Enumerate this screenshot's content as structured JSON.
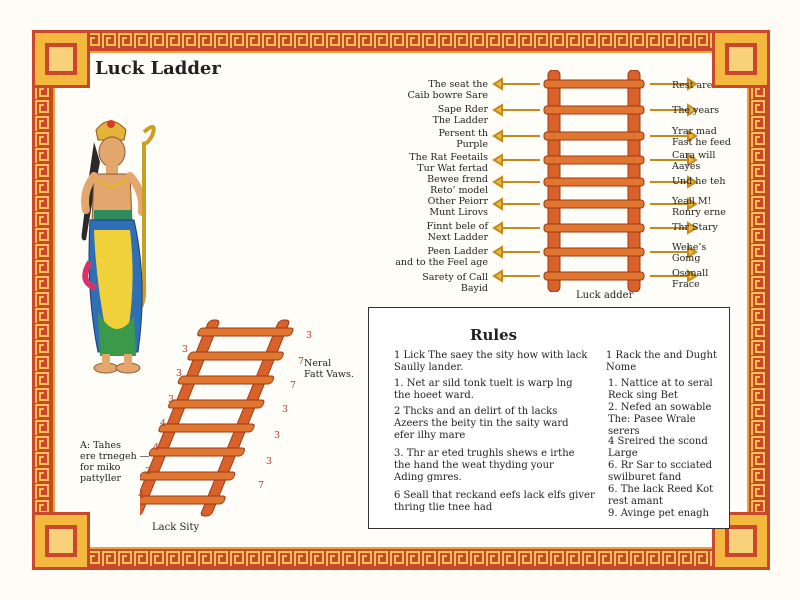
{
  "title": "Luck Ladder",
  "colors": {
    "frame": "#c9472b",
    "gold": "#f3b93e",
    "ladder": "#d9622b",
    "ladder_dark": "#9a3a18",
    "arrow": "#e0a42f"
  },
  "icons": {
    "goddess": "goddess-figure-icon",
    "ladder": "ladder-icon"
  },
  "top_ladder": {
    "caption": "Luck adder",
    "left_labels": [
      "The seat the\nCaib bowre Sare",
      "Sape Rder\nThe Ladder",
      "Persent th\nPurple",
      "The Rat Feetails\nTur Wat fertad",
      "Bewee frend\nReto’ model",
      "Other Peiorr\nMunt Lirovs",
      "Finnt bele of\nNext Ladder",
      "Peen Ladder\nand to the Feel age",
      "Sarety of Call\nBayid"
    ],
    "right_labels": [
      "Rest are",
      "The years",
      "Yrar mad\nFast he feed",
      "Cara will\nAayes",
      "Und he teh",
      "Yeall M!\nRonry erne",
      "Thr Stary",
      "Wehe’s\nGomg",
      "Osonall\nFrace"
    ]
  },
  "bottom_ladder": {
    "caption": "Lack Sity",
    "left_numbers": [
      "3",
      "3",
      "3",
      "4",
      "4",
      "2",
      "4"
    ],
    "right_numbers": [
      "3",
      "7",
      "7",
      "3",
      "3",
      "3",
      "7"
    ],
    "side_note": "Neral\nFatt Vaws.",
    "left_note": "A: Tahes\nere trnegeh —\nfor miko\npattyller"
  },
  "rules": {
    "heading": "Rules",
    "left_column": [
      "1  Lick  The saey the sity how with lack\n    Saully lander.",
      "1.  Net ar sild tonk tuelt is warp lng\n     the hoeet ward.",
      "2  Thcks and an delirt of th lacks\n    Azeers the beity tin the saity ward\n    efer ilhy mare",
      "3.  Thr ar eted trughls shews e irthe\n     the hand the weat thyding your\n     Ading gmres.",
      "6  Seall that reckand eefs lack elfs giver\n    thring tlie tnee had"
    ],
    "right_column": [
      "1  Rack the and Dught\n    Nome",
      "1.   Nattice at to seral\n      Reck sing Bet",
      "2.   Nefed an sowable\n      The: Pasee Wrale\n      serers",
      "4    Sreired the scond\n      Large",
      "6.   Rr Sar to scciated\n      swilburet fand",
      "6.   The lack Reed Kot\n      rest amant",
      "9.   Avinge pet enagh"
    ]
  }
}
